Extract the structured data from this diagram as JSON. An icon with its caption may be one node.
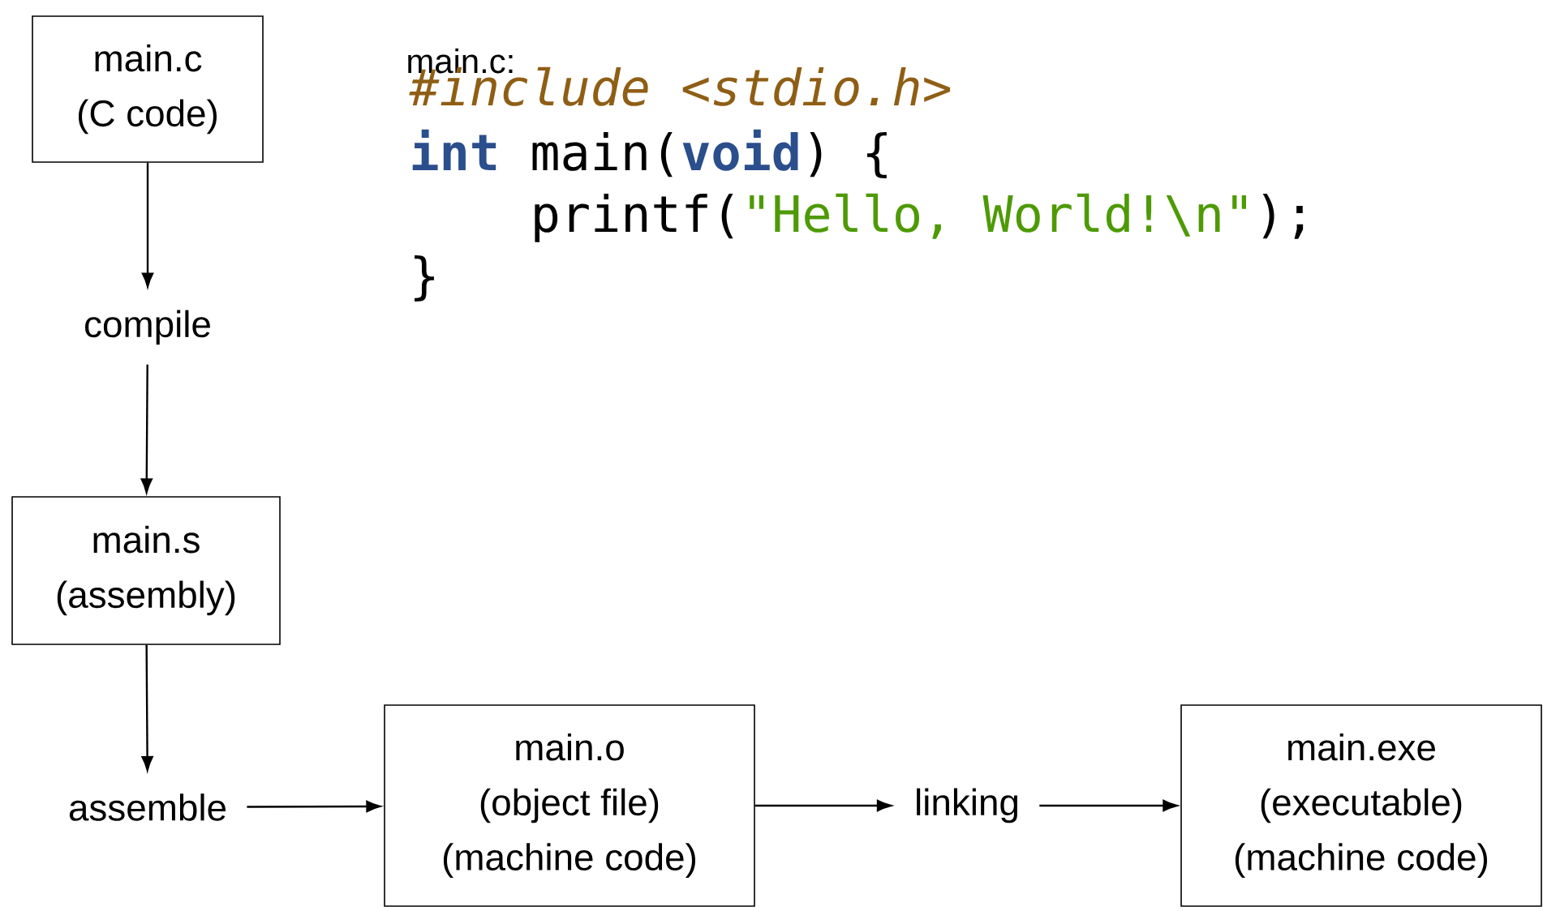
{
  "diagram": {
    "nodes": [
      {
        "text": [
          "main.c",
          "(C code)"
        ]
      },
      {
        "text": [
          "compile"
        ]
      },
      {
        "text": [
          "main.s",
          "(assembly)"
        ]
      },
      {
        "text": [
          "assemble"
        ]
      },
      {
        "text": [
          "main.o",
          "(object file)",
          "(machine code)"
        ]
      },
      {
        "text": [
          "linking"
        ]
      },
      {
        "text": [
          "main.exe",
          "(executable)",
          "(machine code)"
        ]
      }
    ],
    "edges": [
      {
        "from": 0,
        "to": 1,
        "arrow": "to"
      },
      {
        "from": 1,
        "to": 2,
        "arrow": "to"
      },
      {
        "from": 2,
        "to": 3,
        "arrow": "to"
      },
      {
        "from": 3,
        "to": 4,
        "arrow": "to"
      },
      {
        "from": 4,
        "to": 5,
        "arrow": "to"
      },
      {
        "from": 5,
        "to": 6,
        "arrow": "to"
      }
    ],
    "labels": [
      "main.c:",
      "#include <stdio.h>",
      "int",
      "main(",
      "void",
      ") {",
      "printf(",
      "\"Hello, World!\\n\"",
      ");",
      "}"
    ]
  }
}
